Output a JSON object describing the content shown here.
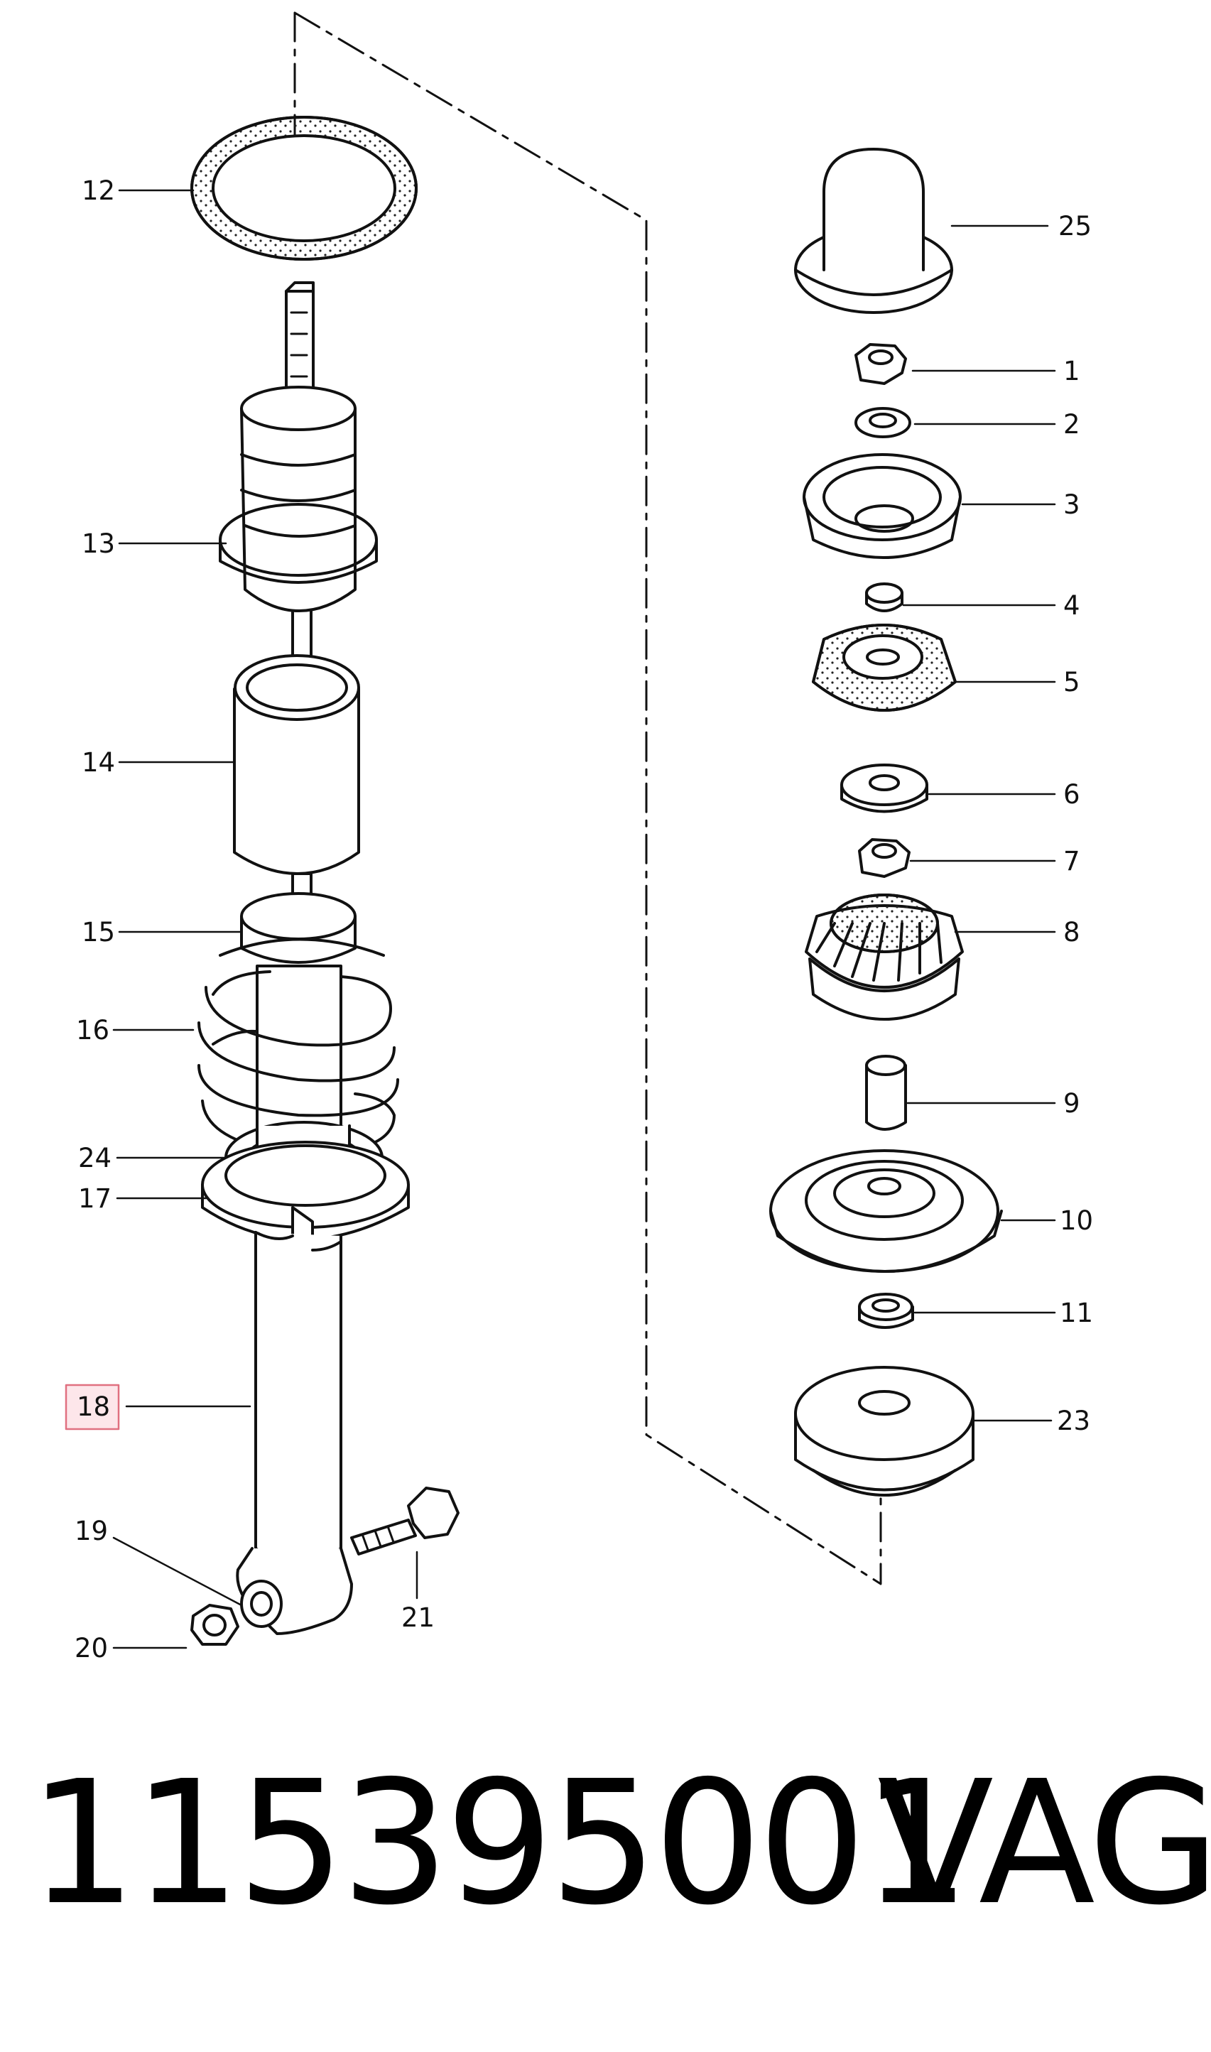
{
  "callouts": {
    "c1": "1",
    "c2": "2",
    "c3": "3",
    "c4": "4",
    "c5": "5",
    "c6": "6",
    "c7": "7",
    "c8": "8",
    "c9": "9",
    "c10": "10",
    "c11": "11",
    "c12": "12",
    "c13": "13",
    "c14": "14",
    "c15": "15",
    "c16": "16",
    "c17": "17",
    "c18": "18",
    "c19": "19",
    "c20": "20",
    "c21": "21",
    "c23": "23",
    "c24": "24",
    "c25": "25"
  },
  "highlighted_callout": "18",
  "highlight_color": "#e07080",
  "part_number": "115395001",
  "brand": "VAG"
}
